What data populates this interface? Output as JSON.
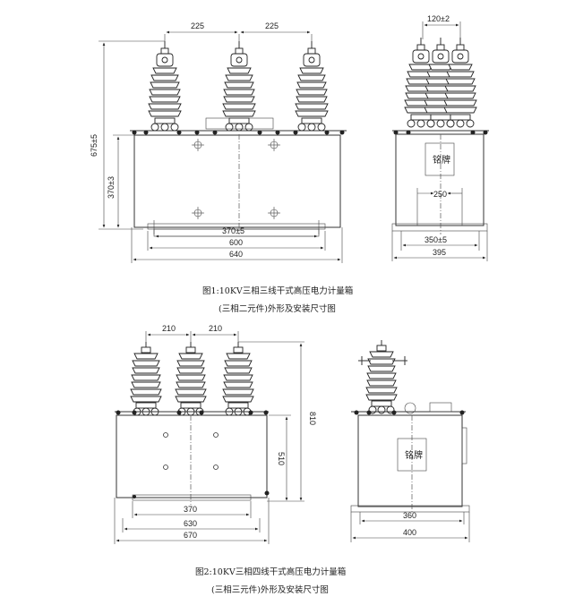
{
  "figure1": {
    "front": {
      "phase_spacing_left": "225",
      "phase_spacing_right": "225",
      "overall_height": "675±5",
      "tank_height": "370±3",
      "mount_spacing": "370±5",
      "base_width": "600",
      "overall_width": "640"
    },
    "side": {
      "bushing_spacing": "120±2",
      "nameplate": "铭牌",
      "inner_width": "250",
      "mount_spacing": "350±5",
      "overall_width": "395"
    },
    "caption_line1": "图1:10KV三相三线干式高压电力计量箱",
    "caption_line2": "(三相二元件)外形及安装尺寸图"
  },
  "figure2": {
    "front": {
      "phase_spacing_left": "210",
      "phase_spacing_right": "210",
      "overall_height": "810",
      "tank_height": "510",
      "mount_spacing": "370",
      "base_width": "630",
      "overall_width": "670"
    },
    "side": {
      "nameplate": "铭牌",
      "mount_spacing": "360",
      "overall_width": "400"
    },
    "caption_line1": "图2:10KV三相四线干式高压电力计量箱",
    "caption_line2": "(三相三元件)外形及安装尺寸图"
  }
}
